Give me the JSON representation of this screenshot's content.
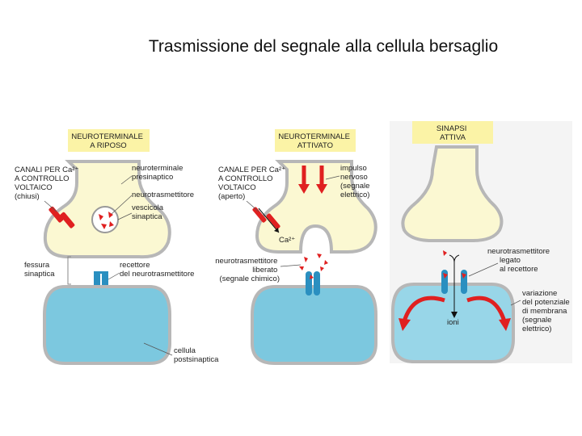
{
  "title": "Trasmissione del segnale alla cellula bersaglio",
  "panels": [
    {
      "header": [
        "NEUROTERMINALE",
        "A RIPOSO"
      ],
      "labels": {
        "channel": [
          "CANALI PER Ca²⁺",
          "A CONTROLLO",
          "VOLTAICO",
          "(chiusi)"
        ],
        "terminal": [
          "neuroterminale",
          "presinaptico"
        ],
        "transmitter": [
          "neurotrasmettitore"
        ],
        "vesicle": [
          "vescicola",
          "sinaptica"
        ],
        "cleft": [
          "fessura",
          "sinaptica"
        ],
        "receptor": [
          "recettore",
          "del neurotrasmettitore"
        ],
        "postcell": [
          "cellula",
          "postsinaptica"
        ]
      }
    },
    {
      "header": [
        "NEUROTERMINALE",
        "ATTIVATO"
      ],
      "labels": {
        "channel": [
          "CANALE PER Ca²⁺",
          "A CONTROLLO",
          "VOLTAICO",
          "(aperto)"
        ],
        "impulse": [
          "impulso",
          "nervoso",
          "(segnale",
          "elettrico)"
        ],
        "calcium": [
          "Ca²⁺"
        ],
        "released": [
          "neurotrasmettitore",
          "liberato",
          "(segnale chimico)"
        ]
      }
    },
    {
      "header": [
        "SINAPSI",
        "ATTIVA"
      ],
      "labels": {
        "bound": [
          "neurotrasmettitore",
          "legato",
          "al recettore"
        ],
        "ions": [
          "ioni"
        ],
        "potential": [
          "variazione",
          "del potenziale",
          "di membrana",
          "(segnale",
          "elettrico)"
        ]
      }
    }
  ],
  "colors": {
    "terminal_fill": "#fbf8d2",
    "terminal_stroke": "#b7b7b7",
    "header_fill": "#fbf3a6",
    "cell_fill": "#7cc8df",
    "cell_fill_active": "#98d6e8",
    "receptor": "#2a8fc0",
    "signal_red": "#e02020"
  }
}
